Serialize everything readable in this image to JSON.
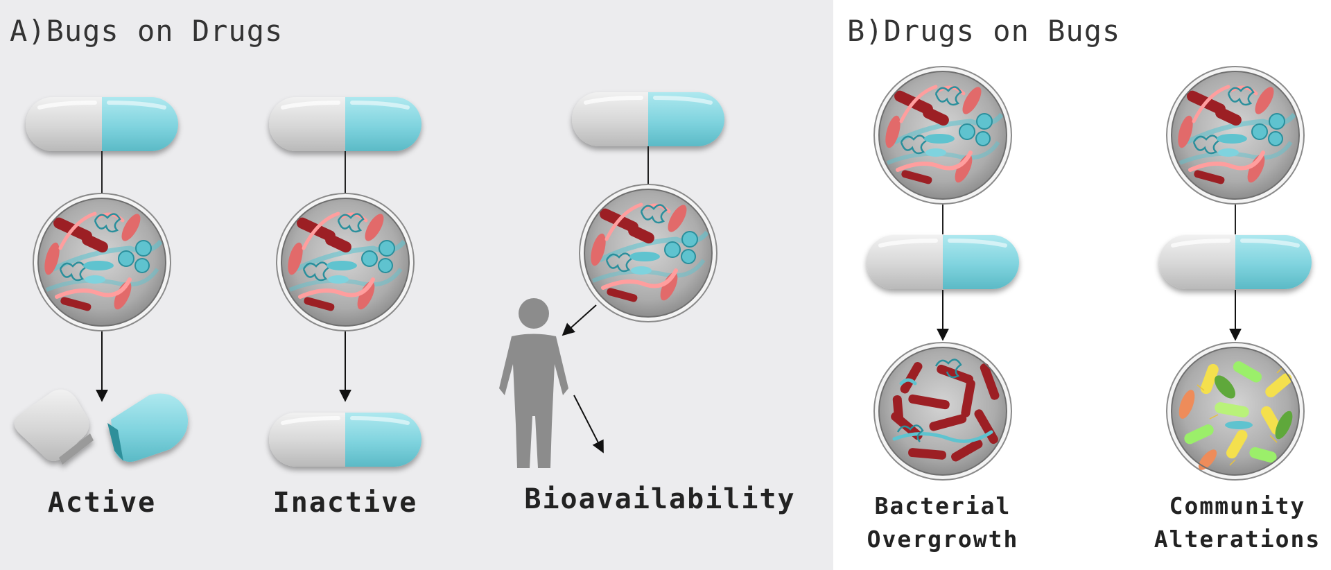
{
  "panel_a": {
    "title": "A)Bugs on Drugs",
    "outcomes": [
      {
        "id": "active",
        "label": "Active"
      },
      {
        "id": "inactive",
        "label": "Inactive"
      },
      {
        "id": "bioavailability",
        "label": "Bioavailability"
      }
    ]
  },
  "panel_b": {
    "title": "B)Drugs on Bugs",
    "outcomes": [
      {
        "id": "overgrowth",
        "label_line1": "Bacterial",
        "label_line2": "Overgrowth"
      },
      {
        "id": "alterations",
        "label_line1": "Community",
        "label_line2": "Alterations"
      }
    ]
  },
  "colors": {
    "panel_a_background": "#ececee",
    "capsule_grey": "#d9d9d9",
    "capsule_cyan": "#7fd3de",
    "microbe_dark_red": "#9c1f24",
    "microbe_light_red": "#e26a6a",
    "microbe_cyan": "#5fc3cf",
    "dish_grey": "#a8a8a8",
    "human_silhouette": "#8c8c8c"
  },
  "icons": [
    "capsule-icon",
    "microbiome-dish-icon",
    "split-capsule-icon",
    "human-silhouette-icon",
    "arrow-icon"
  ]
}
